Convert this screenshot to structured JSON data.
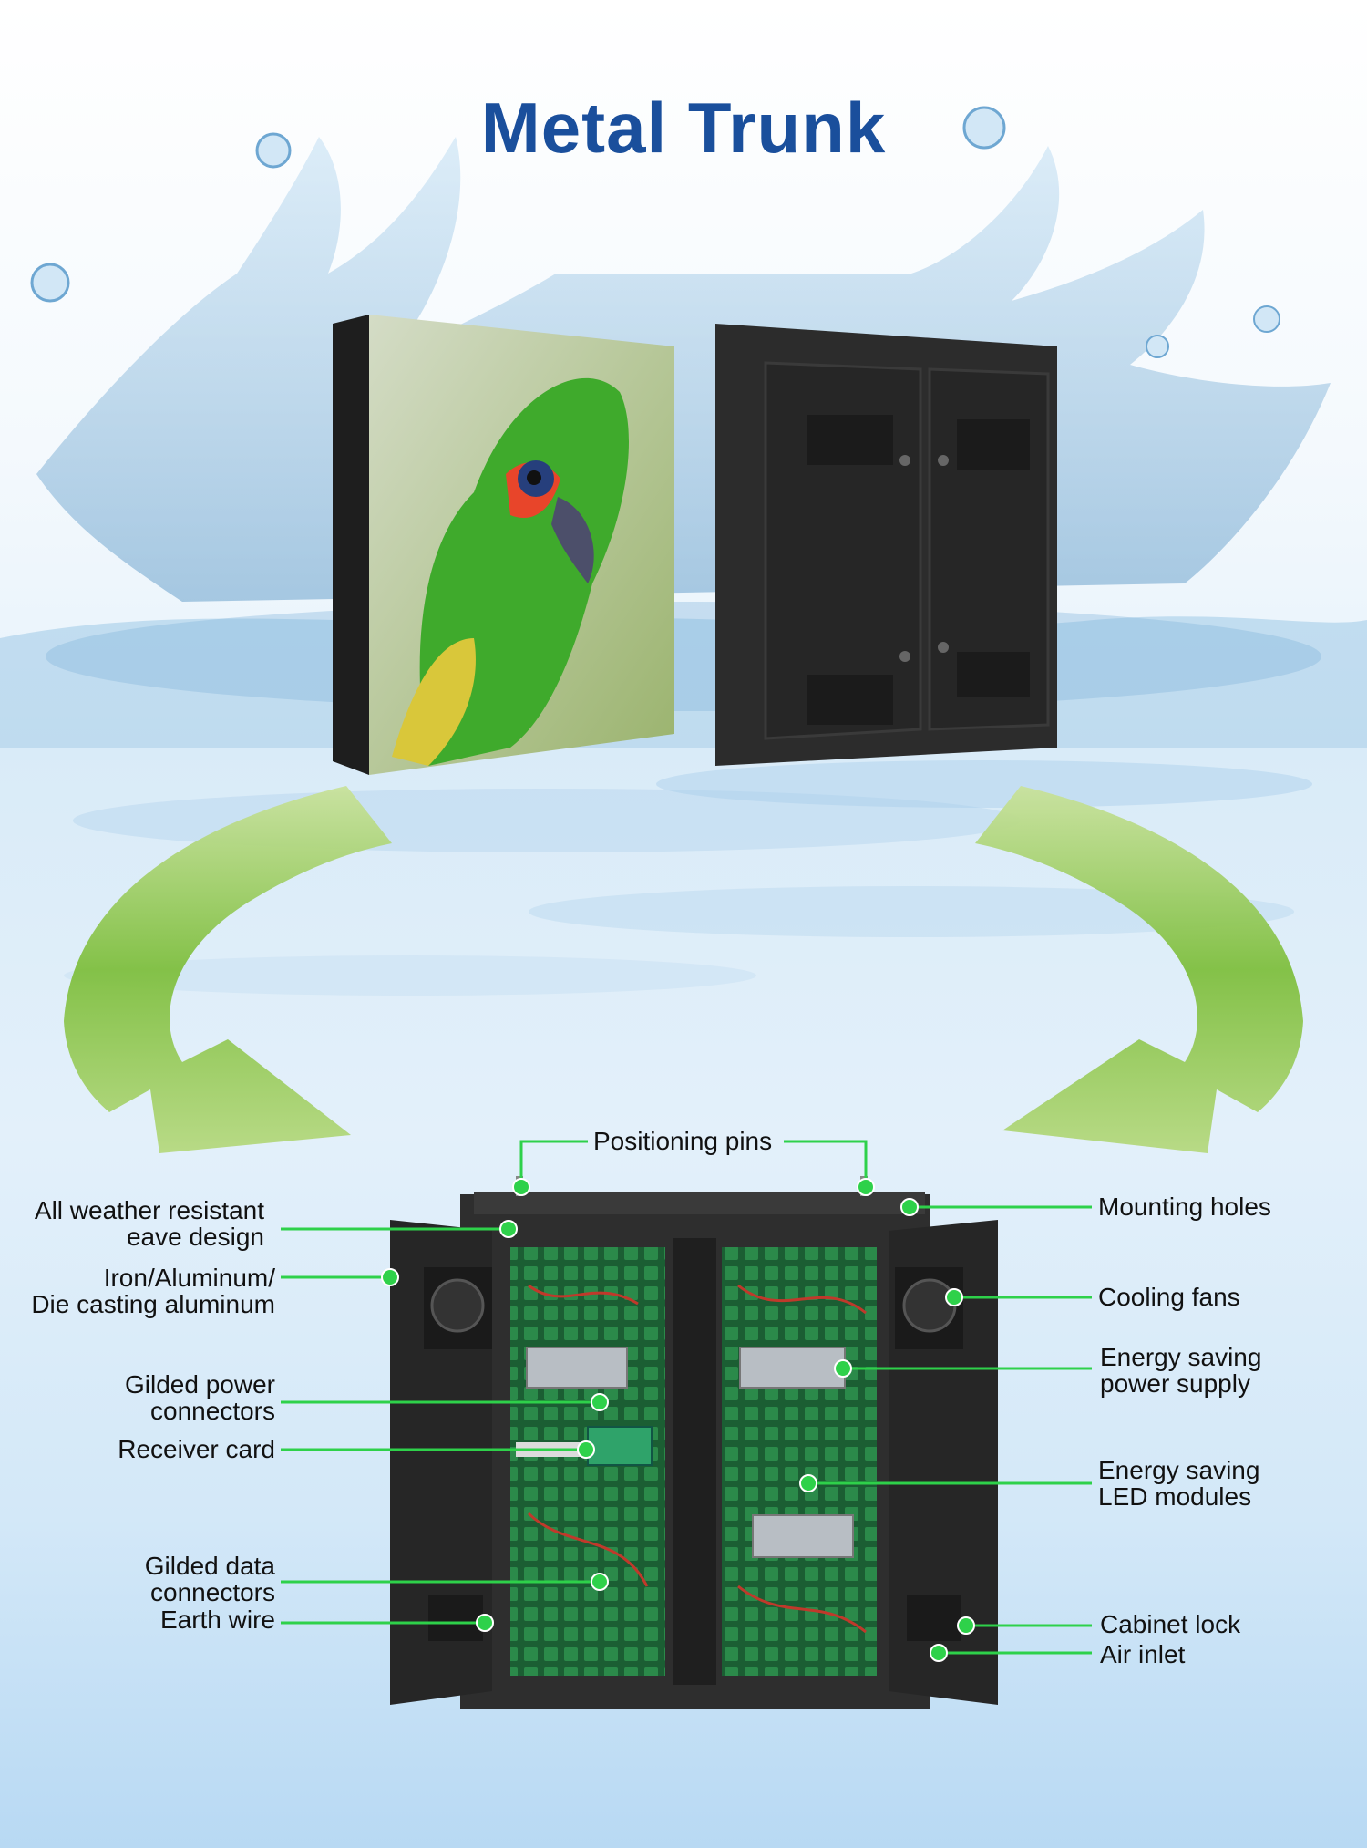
{
  "title": "Metal Trunk",
  "colors": {
    "title": "#1a4f9c",
    "callout": "#2ed14a",
    "arrow": "#8cc24f",
    "cabinet": "#2b2b2b",
    "water": "#cfe5f6"
  },
  "callouts": {
    "positioning_pins": "Positioning pins",
    "weather_line1": "All weather resistant",
    "weather_line2": "eave design",
    "iron_line1": "Iron/Aluminum/",
    "iron_line2": "Die casting aluminum",
    "gilded_power_line1": "Gilded power",
    "gilded_power_line2": "connectors",
    "receiver_card": "Receiver card",
    "gilded_data_line1": "Gilded data",
    "gilded_data_line2": "connectors",
    "earth_wire": "Earth wire",
    "mounting_holes": "Mounting holes",
    "cooling_fans": "Cooling fans",
    "power_supply_line1": "Energy saving",
    "power_supply_line2": "power supply",
    "modules_line1": "Energy saving",
    "modules_line2": "LED modules",
    "cabinet_lock": "Cabinet lock",
    "air_inlet": "Air inlet"
  }
}
